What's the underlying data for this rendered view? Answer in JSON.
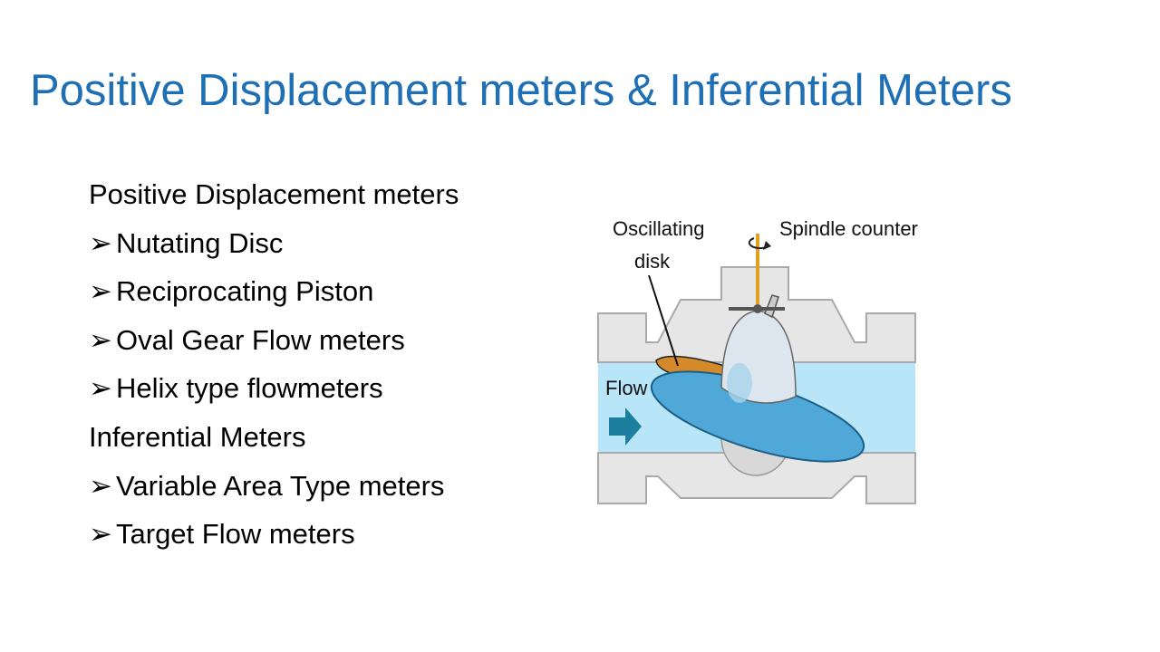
{
  "slide": {
    "title": "Positive Displacement meters & Inferential Meters",
    "items": [
      {
        "kind": "heading",
        "text": "Positive Displacement meters"
      },
      {
        "kind": "bullet",
        "marker": "➢",
        "text": "Nutating Disc"
      },
      {
        "kind": "bullet",
        "marker": "➢",
        "text": "Reciprocating Piston"
      },
      {
        "kind": "bullet",
        "marker": "➢",
        "text": "Oval Gear Flow meters"
      },
      {
        "kind": "bullet",
        "marker": "➢",
        "text": "Helix type flowmeters"
      },
      {
        "kind": "heading",
        "text": "Inferential Meters"
      },
      {
        "kind": "bullet",
        "marker": "➢",
        "text": "Variable Area Type meters"
      },
      {
        "kind": "bullet",
        "marker": "➢",
        "text": "Target Flow meters"
      }
    ]
  },
  "figure": {
    "label_oscillating_line1": "Oscillating",
    "label_oscillating_line2": "disk",
    "label_spindle": "Spindle counter",
    "label_flow": "Flow",
    "colors": {
      "flow_water": "#b8e6f8",
      "disk_blue": "#4fa8d8",
      "disk_orange": "#d4892a",
      "housing": "#e6e6e6",
      "arrow": "#1c7fa0",
      "spindle": "#e0a020"
    }
  }
}
